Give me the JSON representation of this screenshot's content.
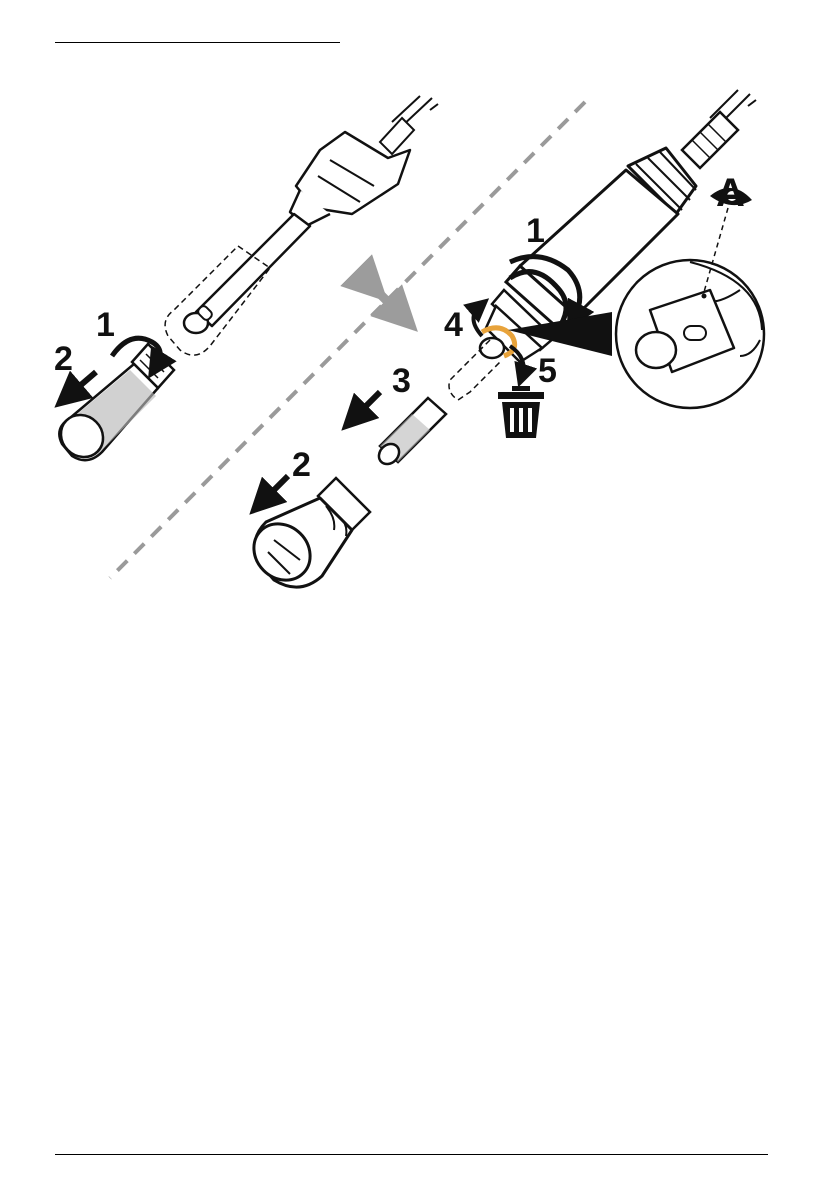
{
  "figure": {
    "left_panel": {
      "steps": [
        "1",
        "2"
      ]
    },
    "right_panel": {
      "steps": [
        "1",
        "2",
        "3",
        "4",
        "5"
      ]
    },
    "detail": {
      "callout_letter": "A"
    },
    "colors": {
      "ink": "#111111",
      "cap_gray": "#b9b9b9",
      "divider": "#9a9a9a",
      "swap_arrow": "#9c9c9c",
      "seal_orange": "#e8a33b",
      "trash": "#111111"
    },
    "icons": [
      "rotate-arrow-icon",
      "pull-arrow-icon",
      "swap-arrow-icon",
      "trash-icon",
      "eye-icon"
    ]
  }
}
